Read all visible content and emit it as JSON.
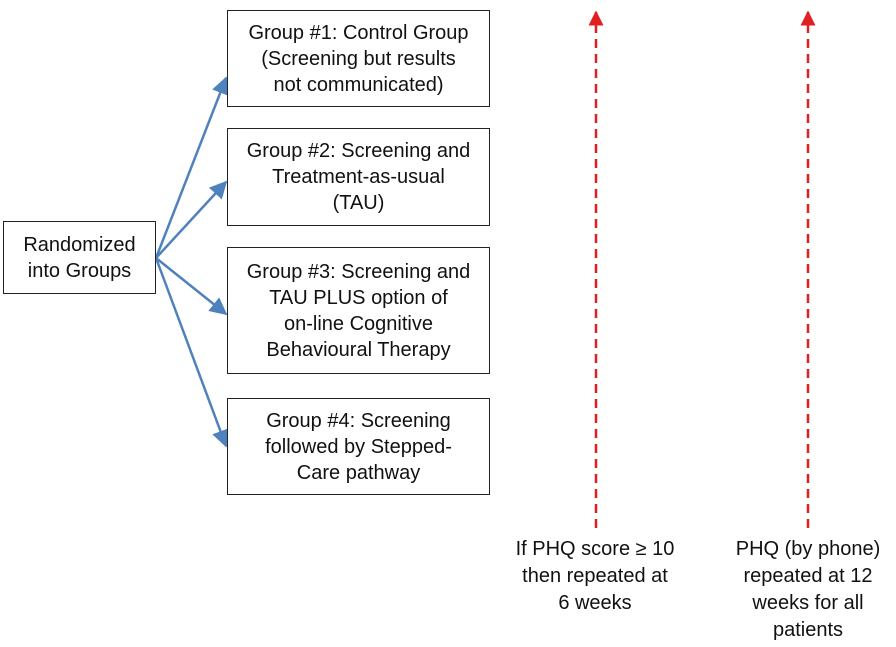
{
  "origin": {
    "lines": [
      "Randomized",
      "into Groups"
    ]
  },
  "groups": [
    {
      "lines": [
        "Group #1: Control Group",
        "(Screening but results",
        "not communicated)"
      ]
    },
    {
      "lines": [
        "Group #2: Screening and",
        "Treatment-as-usual",
        "(TAU)"
      ]
    },
    {
      "lines": [
        "Group #3: Screening and",
        "TAU PLUS option of",
        "on-line Cognitive",
        "Behavioural Therapy"
      ]
    },
    {
      "lines": [
        "Group #4: Screening",
        "followed by Stepped-",
        "Care pathway"
      ]
    }
  ],
  "timeline": [
    {
      "lines": [
        "If PHQ score ≥ 10",
        "then repeated at",
        "6 weeks"
      ]
    },
    {
      "lines": [
        "PHQ (by phone)",
        "repeated at 12",
        "weeks for all",
        "patients"
      ]
    }
  ],
  "colors": {
    "arrow": "#4f81bd",
    "timeline": "#e02020",
    "border": "#222222"
  }
}
